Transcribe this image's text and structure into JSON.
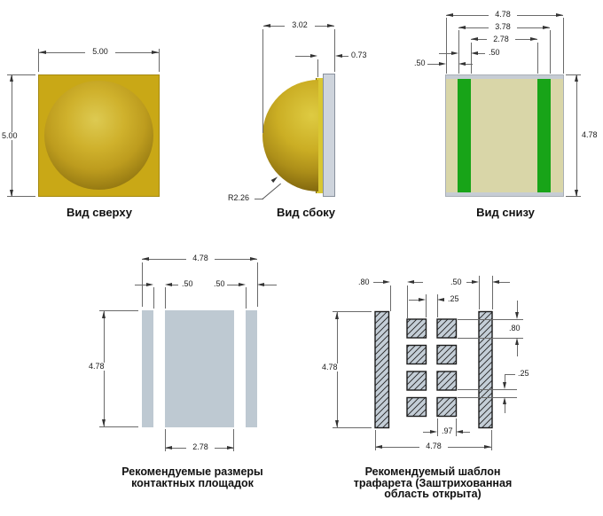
{
  "figures": {
    "top_view": {
      "caption": "Вид сверху",
      "dim_width": "5.00",
      "dim_height": "5.00"
    },
    "side_view": {
      "caption": "Вид сбоку",
      "dim_width": "3.02",
      "dim_substrate_thickness": "0.73",
      "dim_dome_radius": "R2.26"
    },
    "bottom_view": {
      "caption": "Вид снизу",
      "dim_overall_width": "4.78",
      "dim_pad_outer_span": "3.78",
      "dim_pad_inner_span": "2.78",
      "dim_pad_width": ".50",
      "dim_edge_margin": ".50",
      "dim_height": "4.78"
    },
    "pad_layout": {
      "caption_line1": "Рекомендуемые размеры",
      "caption_line2": "контактных площадок",
      "dim_overall_width": "4.78",
      "dim_gap": ".50",
      "dim_outer_pad_width": ".50",
      "dim_height": "4.78",
      "dim_center_pad_width": "2.78"
    },
    "stencil": {
      "caption_line1": "Рекомендуемый шаблон",
      "caption_line2": "трафарета (Заштрихованная",
      "caption_line3": "область открыта)",
      "dim_strip_gap": ".80",
      "dim_column_gap": ".25",
      "dim_strip_width": ".50",
      "dim_height": "4.78",
      "dim_aperture_height": ".80",
      "dim_row_gap": ".25",
      "dim_aperture_width": ".97",
      "dim_overall_width": "4.78"
    }
  },
  "colors": {
    "lens_gold": "#c9a816",
    "substrate_gray": "#ced4dc",
    "body_tan": "#d9d6a8",
    "pad_green": "#18a418",
    "pad_gray": "#bec9d2",
    "stencil_fill": "#c4ced7",
    "line": "#6a6a6a",
    "text": "#1a1a1a"
  }
}
